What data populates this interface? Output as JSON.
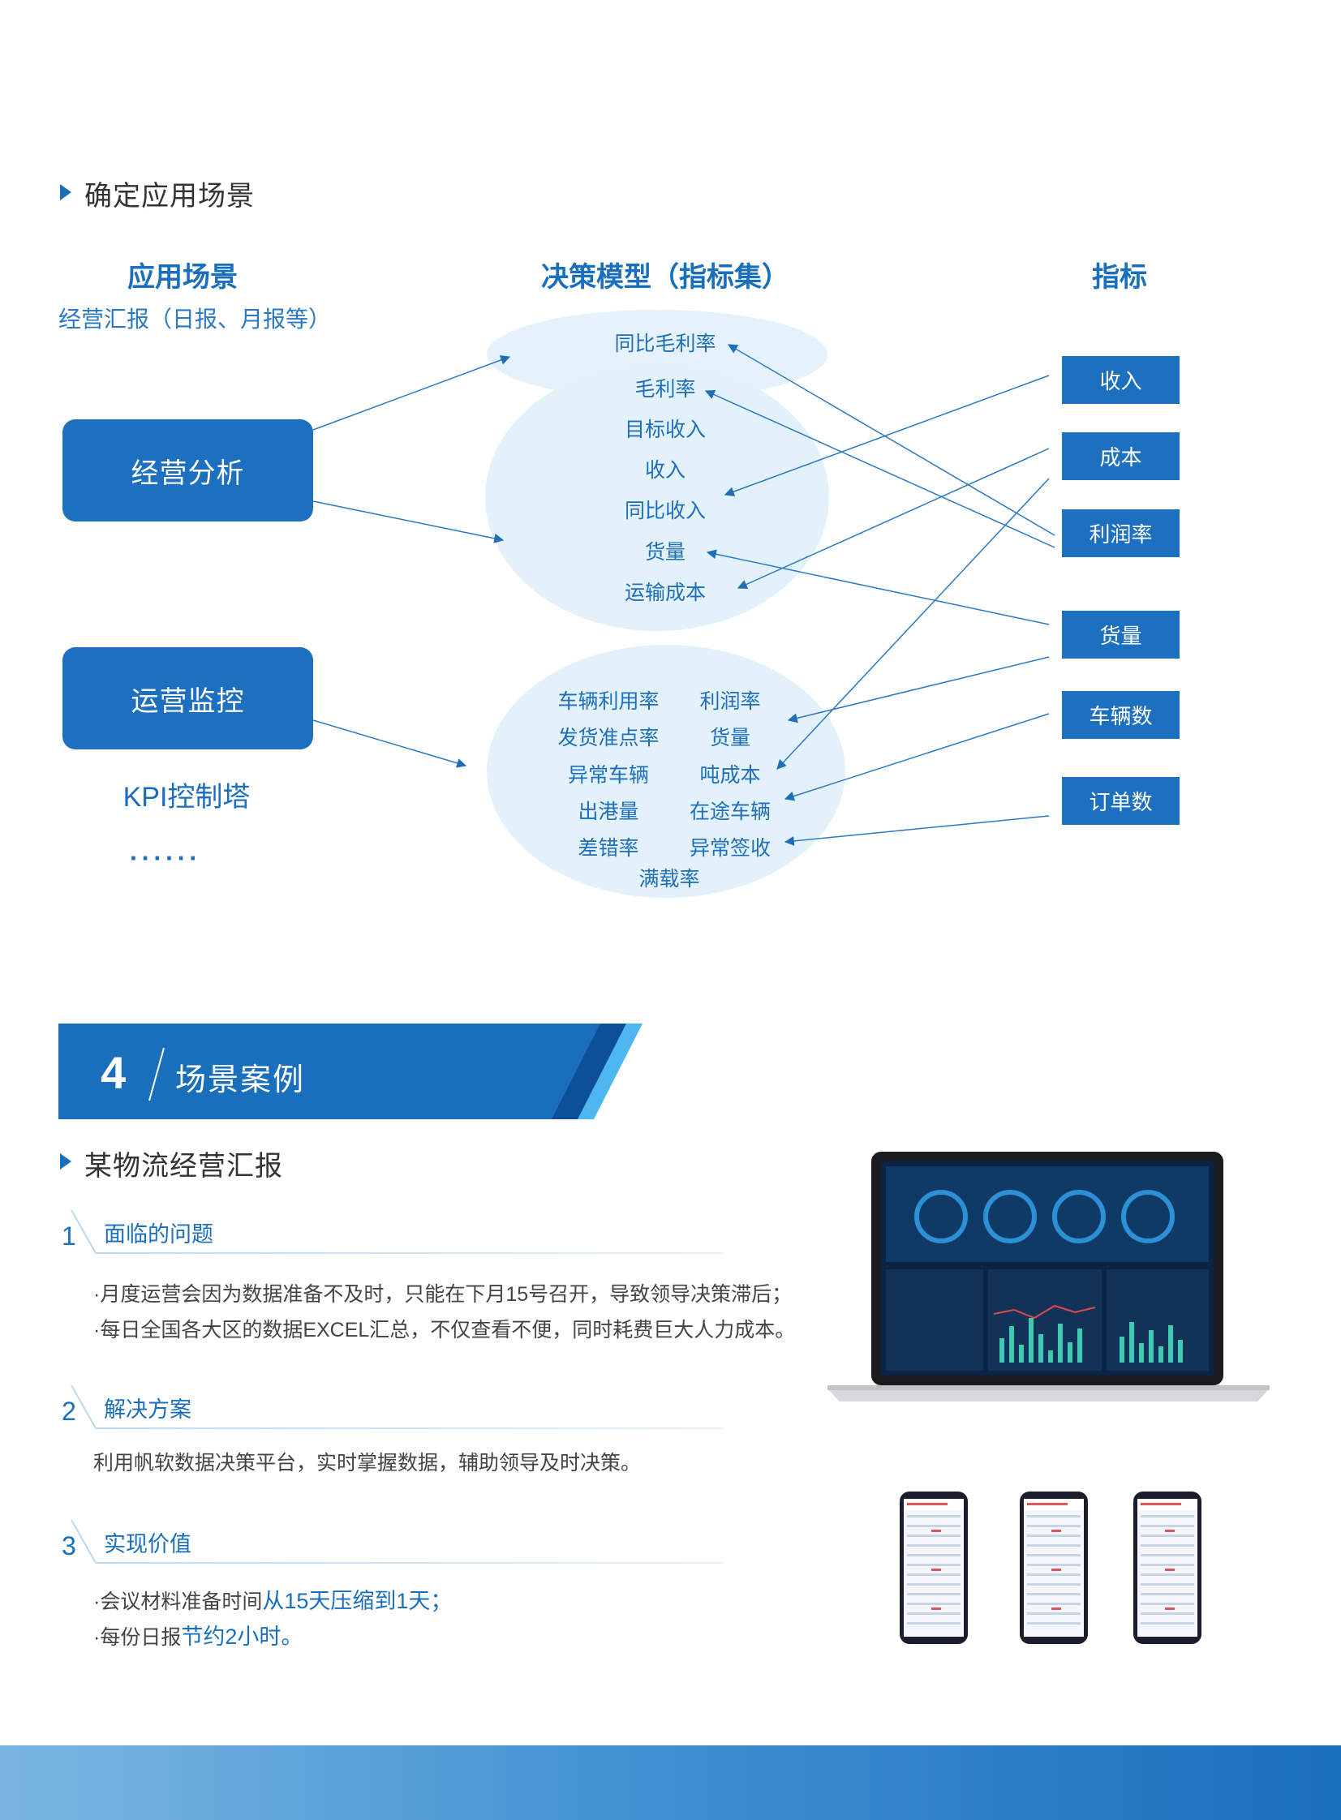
{
  "section1": {
    "heading": "确定应用场景",
    "col_scene": "应用场景",
    "col_model": "决策模型（指标集）",
    "col_indicator": "指标",
    "scene_subtitle": "经营汇报（日报、月报等）",
    "scene_1": "经营分析",
    "scene_2": "运营监控",
    "scene_2_sub": "KPI控制塔",
    "ellipsis": "······",
    "model_top": "同比毛利率",
    "model_1": [
      "毛利率",
      "目标收入",
      "收入",
      "同比收入",
      "货量",
      "运输成本"
    ],
    "model_2_left": [
      "车辆利用率",
      "发货准点率",
      "异常车辆",
      "出港量",
      "差错率"
    ],
    "model_2_right": [
      "利润率",
      "货量",
      "吨成本",
      "在途车辆",
      "异常签收"
    ],
    "model_2_bottom": "满载率",
    "indicators": [
      "收入",
      "成本",
      "利润率",
      "货量",
      "车辆数",
      "订单数"
    ]
  },
  "section2": {
    "number": "4",
    "title": "场景案例",
    "heading": "某物流经营汇报",
    "items": [
      {
        "num": "1",
        "title": "面临的问题",
        "lines": [
          "·月度运营会因为数据准备不及时，只能在下月15号召开，导致领导决策滞后；",
          "·每日全国各大区的数据EXCEL汇总，不仅查看不便，同时耗费巨大人力成本。"
        ]
      },
      {
        "num": "2",
        "title": "解决方案",
        "lines": [
          "利用帆软数据决策平台，实时掌握数据，辅助领导及时决策。"
        ]
      },
      {
        "num": "3",
        "title": "实现价值"
      }
    ],
    "value_line1_prefix": "·会议材料准备时间",
    "value_line1_hl": "从15天压缩到1天；",
    "value_line2_prefix": "·每份日报",
    "value_line2_hl": "节约2小时。"
  },
  "colors": {
    "accent": "#1d6fbf",
    "ellipse": "#e3f1fb",
    "dark_screen": "#0b2444"
  }
}
